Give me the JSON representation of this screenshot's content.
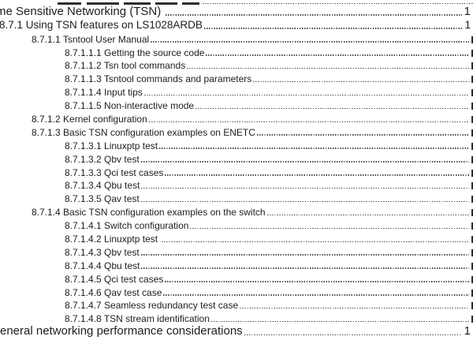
{
  "document": {
    "kind": "table-of-contents-page",
    "background_color": "#ffffff",
    "text_color": "#1d1d1d",
    "leader_dot_color": "#4a4a4a",
    "rows": [
      {
        "type": "top_sliver"
      },
      {
        "level": 0,
        "text": "me Sensitive Networking (TSN) ",
        "page": "1",
        "page_visible": true
      },
      {
        "level": 1,
        "text": "8.7.1 Using TSN features on LS1028ARDB",
        "page": "1",
        "page_visible": true
      },
      {
        "level": 2,
        "text": "8.7.1.1 Tsntool User Manual",
        "page_visible": false
      },
      {
        "level": 3,
        "text": "8.7.1.1.1 Getting the source code",
        "page_visible": false
      },
      {
        "level": 3,
        "text": "8.7.1.1.2 Tsn tool commands",
        "page_visible": false
      },
      {
        "level": 3,
        "text": "8.7.1.1.3 Tsntool commands and parameters",
        "page_visible": false
      },
      {
        "level": 3,
        "text": "8.7.1.1.4 Input tips",
        "page_visible": false
      },
      {
        "level": 3,
        "text": "8.7.1.1.5 Non-interactive mode",
        "page_visible": false
      },
      {
        "level": 2,
        "text": "8.7.1.2 Kernel configuration",
        "page_visible": false
      },
      {
        "level": 2,
        "text": "8.7.1.3 Basic TSN configuration examples on ENETC",
        "page_visible": false
      },
      {
        "level": 3,
        "text": "8.7.1.3.1 Linuxptp test",
        "page_visible": false
      },
      {
        "level": 3,
        "text": "8.7.1.3.2 Qbv test",
        "page_visible": false
      },
      {
        "level": 3,
        "text": "8.7.1.3.3 Qci test cases",
        "page_visible": false
      },
      {
        "level": 3,
        "text": "8.7.1.3.4 Qbu test",
        "page_visible": false
      },
      {
        "level": 3,
        "text": "8.7.1.3.5 Qav test",
        "page_visible": false
      },
      {
        "level": 2,
        "text": "8.7.1.4 Basic TSN configuration examples on the switch",
        "page_visible": false
      },
      {
        "level": 3,
        "text": "8.7.1.4.1 Switch configuration",
        "page_visible": false
      },
      {
        "level": 3,
        "text": "8.7.1.4.2 Linuxptp test ",
        "page_visible": false
      },
      {
        "level": 3,
        "text": "8.7.1.4.3 Qbv test",
        "page_visible": false
      },
      {
        "level": 3,
        "text": "8.7.1.4.4 Qbu test",
        "page_visible": false
      },
      {
        "level": 3,
        "text": "8.7.1.4.5 Qci test cases",
        "page_visible": false
      },
      {
        "level": 3,
        "text": "8.7.1.4.6 Qav test case",
        "page_visible": false
      },
      {
        "level": 3,
        "text": "8.7.1.4.7 Seamless redundancy test case",
        "page_visible": false
      },
      {
        "level": 3,
        "text": "8.7.1.4.8 TSN stream identification",
        "page_visible": false
      },
      {
        "level": 0,
        "no_left_clip": true,
        "text": "eneral networking performance considerations",
        "page": "1",
        "page_visible": true
      }
    ]
  }
}
